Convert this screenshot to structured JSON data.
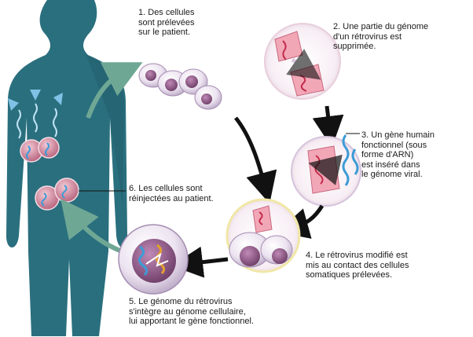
{
  "steps": [
    {
      "number": "1.",
      "text": "Des cellules\nsont prélevées\nsur le patient."
    },
    {
      "number": "2.",
      "text": "Une partie du génome\nd'un rétrovirus est\nsupprimée."
    },
    {
      "number": "3.",
      "text": "Un gène humain\nfonctionnel (sous\nforme d'ARN)\nest inséré dans\nle génome viral."
    },
    {
      "number": "4.",
      "text": "Le rétrovirus modifié est\nmis au contact des cellules\nsomatiques prélevées."
    },
    {
      "number": "5.",
      "text": "Le génome du rétrovirus\ns'intègre au génome cellulaire,\nlui apportant le gène fonctionnel."
    },
    {
      "number": "6.",
      "text": "Les cellules sont\nréinjectées au patient."
    }
  ],
  "colors": {
    "body": "#2a6f7e",
    "cell_fill": "#ede2ee",
    "nucleus": "#8f5a86",
    "rna": "#3d9bd6",
    "virus": "#e07a8a",
    "arrow": "#111111",
    "arrow_curve": "#6fa795"
  }
}
